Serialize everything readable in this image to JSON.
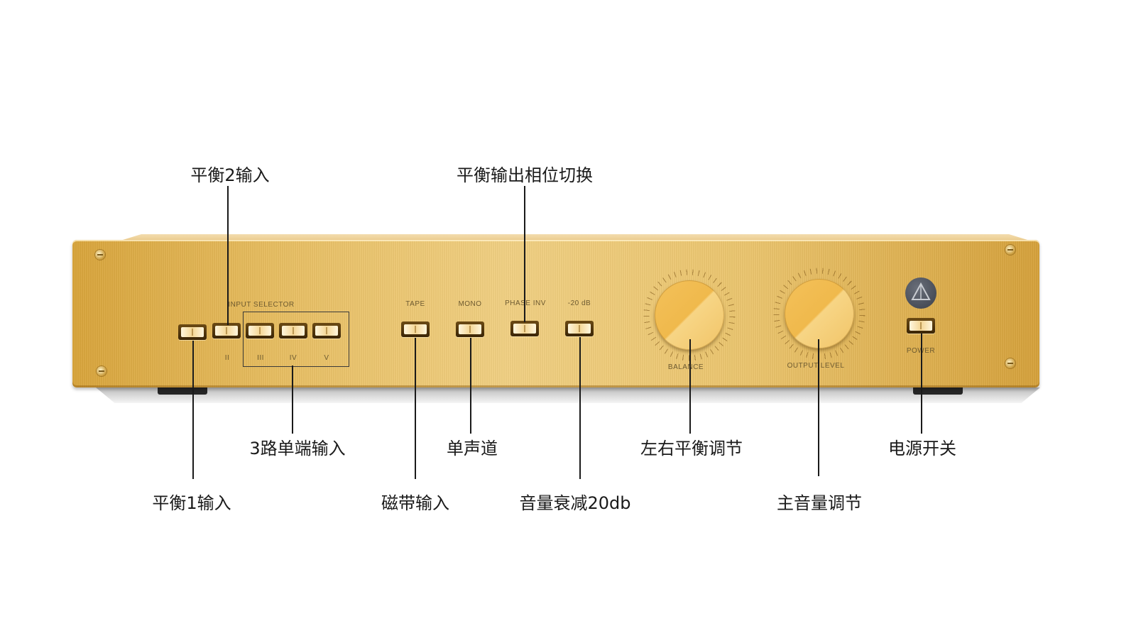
{
  "panel_labels": {
    "input_selector": "INPUT SELECTOR",
    "input_2": "II",
    "input_3": "III",
    "input_4": "IV",
    "input_5": "V",
    "tape": "TAPE",
    "mono": "MONO",
    "phase_inv": "PHASE INV",
    "minus_20db": "-20 dB",
    "balance": "BALANCE",
    "output_level": "OUTPUT LEVEL",
    "power": "POWER"
  },
  "callouts": {
    "balanced_2_input": "平衡2输入",
    "balanced_out_phase": "平衡输出相位切换",
    "single_ended_inputs": "3路单端输入",
    "mono": "单声道",
    "lr_balance": "左右平衡调节",
    "power_switch": "电源开关",
    "balanced_1_input": "平衡1输入",
    "tape_input": "磁带输入",
    "attenuation": "音量衰减20db",
    "main_volume": "主音量调节"
  },
  "colors": {
    "panel_gold": "#ebc56e",
    "knob_gold": "#f3c15a",
    "callout_text": "#1a1a1a",
    "logo": "#4a4f5a"
  },
  "icons": {
    "logo": "triangle-logo-icon",
    "screws": "screw-icon"
  }
}
